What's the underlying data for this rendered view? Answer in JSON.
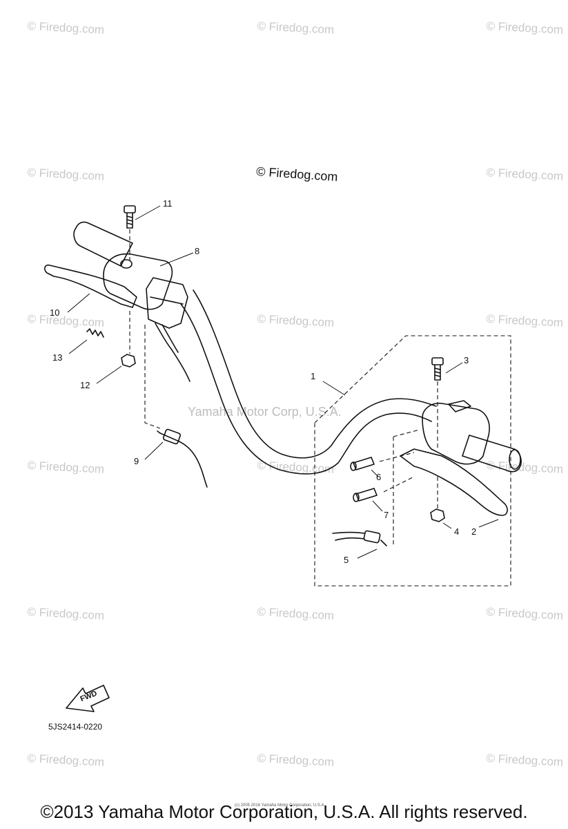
{
  "watermark_text": "© Firedog.com",
  "center_watermark": "© Firedog.com",
  "yamaha_watermark": "Yamaha Motor Corp, U.S.A.",
  "callouts": [
    "1",
    "2",
    "3",
    "4",
    "5",
    "6",
    "7",
    "8",
    "9",
    "10",
    "11",
    "12",
    "13"
  ],
  "fwd_label": "FWD",
  "part_number": "5JS2414-0220",
  "footer_micro": "(c) 2005 2016 Yamaha Motor Corporation, U.S.A.",
  "footer": "©2013 Yamaha Motor Corporation, U.S.A. All rights reserved."
}
